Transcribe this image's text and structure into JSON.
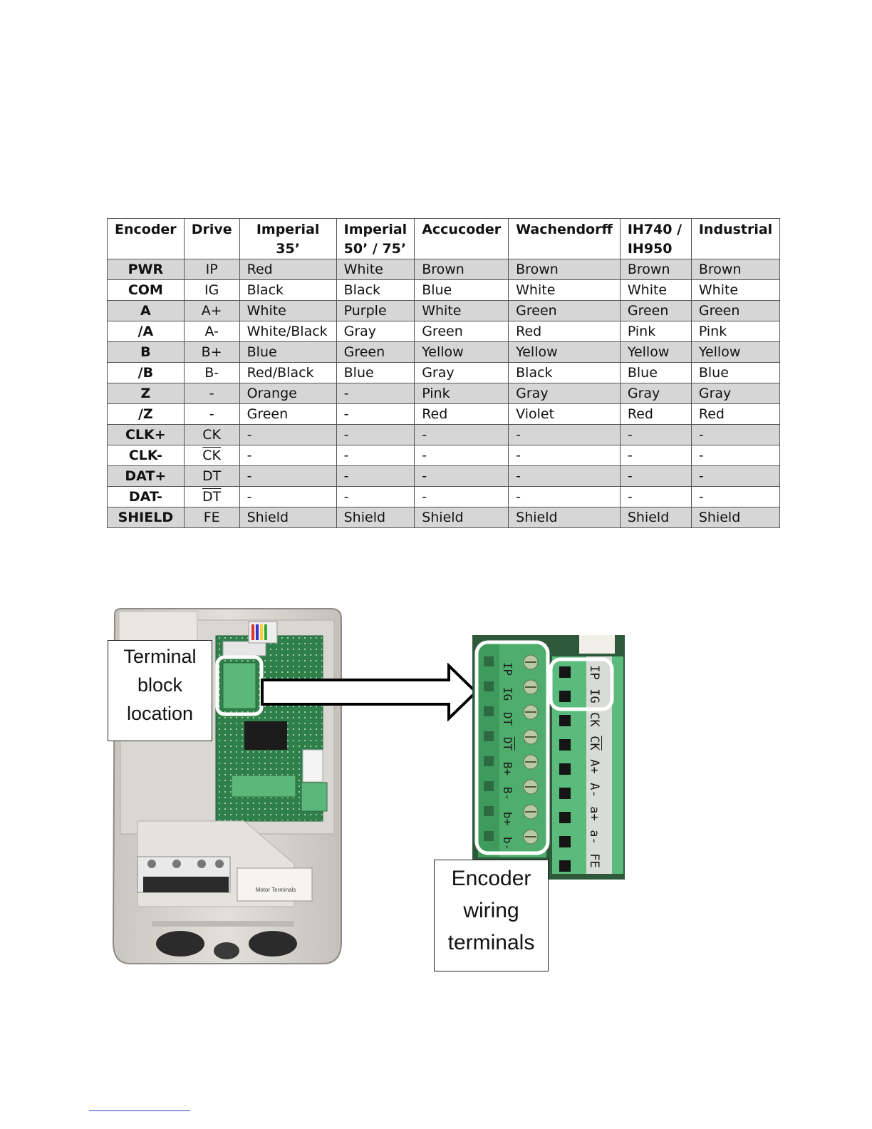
{
  "table": {
    "headers": [
      {
        "line1": "Encoder",
        "line2": ""
      },
      {
        "line1": "Drive",
        "line2": ""
      },
      {
        "line1": "Imperial",
        "line2": "35’"
      },
      {
        "line1": "Imperial",
        "line2": "50’ / 75’"
      },
      {
        "line1": "Accucoder",
        "line2": ""
      },
      {
        "line1": "Wachendorff",
        "line2": ""
      },
      {
        "line1": "IH740 /",
        "line2": "IH950"
      },
      {
        "line1": "Industrial",
        "line2": ""
      }
    ],
    "rows": [
      {
        "encoder": "PWR",
        "drive": "IP",
        "drive_overline": false,
        "imperial35": "Red",
        "imperial5075": "White",
        "accucoder": "Brown",
        "wachendorff": "Brown",
        "ih740": "Brown",
        "industrial": "Brown"
      },
      {
        "encoder": "COM",
        "drive": "IG",
        "drive_overline": false,
        "imperial35": "Black",
        "imperial5075": "Black",
        "accucoder": "Blue",
        "wachendorff": "White",
        "ih740": "White",
        "industrial": "White"
      },
      {
        "encoder": "A",
        "drive": "A+",
        "drive_overline": false,
        "imperial35": "White",
        "imperial5075": "Purple",
        "accucoder": "White",
        "wachendorff": "Green",
        "ih740": "Green",
        "industrial": "Green"
      },
      {
        "encoder": "/A",
        "drive": "A-",
        "drive_overline": false,
        "imperial35": "White/Black",
        "imperial5075": "Gray",
        "accucoder": "Green",
        "wachendorff": "Red",
        "ih740": "Pink",
        "industrial": "Pink"
      },
      {
        "encoder": "B",
        "drive": "B+",
        "drive_overline": false,
        "imperial35": "Blue",
        "imperial5075": "Green",
        "accucoder": "Yellow",
        "wachendorff": "Yellow",
        "ih740": "Yellow",
        "industrial": "Yellow"
      },
      {
        "encoder": "/B",
        "drive": "B-",
        "drive_overline": false,
        "imperial35": "Red/Black",
        "imperial5075": "Blue",
        "accucoder": "Gray",
        "wachendorff": "Black",
        "ih740": "Blue",
        "industrial": "Blue"
      },
      {
        "encoder": "Z",
        "drive": "-",
        "drive_overline": false,
        "imperial35": "Orange",
        "imperial5075": "-",
        "accucoder": "Pink",
        "wachendorff": "Gray",
        "ih740": "Gray",
        "industrial": "Gray"
      },
      {
        "encoder": "/Z",
        "drive": "-",
        "drive_overline": false,
        "imperial35": "Green",
        "imperial5075": "-",
        "accucoder": "Red",
        "wachendorff": "Violet",
        "ih740": "Red",
        "industrial": "Red"
      },
      {
        "encoder": "CLK+",
        "drive": "CK",
        "drive_overline": false,
        "imperial35": "-",
        "imperial5075": "-",
        "accucoder": "-",
        "wachendorff": "-",
        "ih740": "-",
        "industrial": "-"
      },
      {
        "encoder": "CLK-",
        "drive": "CK",
        "drive_overline": true,
        "imperial35": "-",
        "imperial5075": "-",
        "accucoder": "-",
        "wachendorff": "-",
        "ih740": "-",
        "industrial": "-"
      },
      {
        "encoder": "DAT+",
        "drive": "DT",
        "drive_overline": false,
        "imperial35": "-",
        "imperial5075": "-",
        "accucoder": "-",
        "wachendorff": "-",
        "ih740": "-",
        "industrial": "-"
      },
      {
        "encoder": "DAT-",
        "drive": "DT",
        "drive_overline": true,
        "imperial35": "-",
        "imperial5075": "-",
        "accucoder": "-",
        "wachendorff": "-",
        "ih740": "-",
        "industrial": "-"
      },
      {
        "encoder": "SHIELD",
        "drive": "FE",
        "drive_overline": false,
        "imperial35": "Shield",
        "imperial5075": "Shield",
        "accucoder": "Shield",
        "wachendorff": "Shield",
        "ih740": "Shield",
        "industrial": "Shield"
      }
    ]
  },
  "figure": {
    "callout_terminal_block": [
      "Terminal",
      "block",
      "location"
    ],
    "callout_encoder": [
      "Encoder",
      "wiring",
      "terminals"
    ],
    "photo_label": "Motor Terminals",
    "terminal_labels_left": [
      "IP",
      "IG",
      "DT",
      "DT",
      "B+",
      "B-",
      "b+",
      "b-"
    ],
    "terminal_labels_right": [
      "IP",
      "IG",
      "CK",
      "CK",
      "A+",
      "A-",
      "a+",
      "a-",
      "FE"
    ]
  },
  "colors": {
    "row_shade": "#d6d6d6",
    "pcb_green": "#2f7f4a",
    "terminal_green": "#5cb87a",
    "housing_gray": "#d8d6d0",
    "footnote_line": "#2a3fbf"
  }
}
